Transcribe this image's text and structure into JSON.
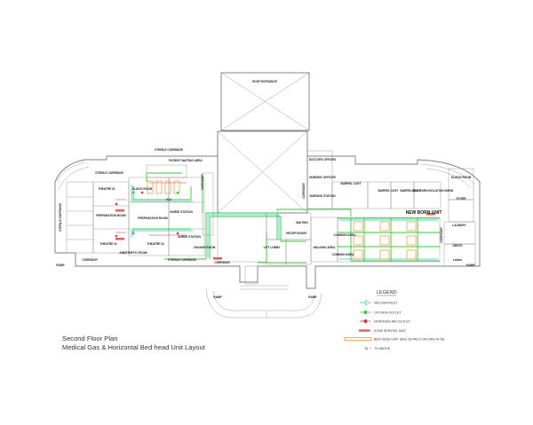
{
  "title": {
    "line1": "Second Floor Plan",
    "line2": "Medical Gas & Horizontal Bed head Unit Layout"
  },
  "legend": {
    "heading": "LEGEND",
    "items": [
      {
        "label": "VACUUM INLET",
        "color": "#20c0d8"
      },
      {
        "label": "OXYGEN OUTLET",
        "color": "#33cc33"
      },
      {
        "label": "NITROGEN AIR OUTLET",
        "color": "#e03030"
      },
      {
        "label": "ZONE SERVICE UNIT",
        "color": "#e06060"
      },
      {
        "label": "BED HEAD UNIT (SEE DETAILS ON DWG.M-18)",
        "color": "#f0a040"
      },
      {
        "label": "TO ABOVE",
        "symbol": "TA"
      }
    ]
  },
  "rooms": {
    "roof_entrance": "ROOF ENTRANCE",
    "new_born_unit": "NEW BORN UNIT",
    "sterile_corridor_tl": "STERILE CORRIDOR",
    "sterile_corridor_tc": "STERILE CORRIDOR",
    "patient_waiting": "PATIENT WAITING AREA",
    "sluice_room_l": "SLUICE ROOM",
    "icu": "ICU",
    "theatre_1": "THEATRE 01",
    "theatre_2": "THEATRE 02",
    "theatre_3": "THEATRE 03",
    "prep_room_1": "PREPARATION ROOM",
    "prep_room_2": "PREPARATION ROOM",
    "nurse_station_1": "NURSE STATION",
    "nurse_station_2": "NURSE STATION",
    "doctors_offices": "DOCTORS OFFICES",
    "nursing_officer": "NURSING OFFICER",
    "nursing_station": "NURSING STATION",
    "barrel_cost_1": "BARREL COST",
    "barrel_cost_2": "BARREL COST",
    "barrel_cost_3": "BARREL COST",
    "new_born_isolation": "NEW BORN ISOLATION WARD",
    "sluice_room_r": "SLUICE ROOM",
    "store": "STORE",
    "laundry": "LAUNDRY",
    "gents": "GENTS",
    "ladies": "Ladies",
    "waiting": "WAITING",
    "receptionist": "RECEPTIONIST",
    "common_area_l": "COMMON AREA",
    "common_area_r": "COMMON AREA",
    "walking_area": "WALKING AREA",
    "lift_lobby": "LIFT LOBBY",
    "sterile_corridor_left": "STERILE CORRIDOR",
    "corridor_bl": "CORRIDOR",
    "corridor_bc": "CORRIDOR",
    "sterile_corridor_bc": "STERILE CORRIDOR",
    "sterile_corridor_bottom": "STERILE CORRIDOR",
    "corridor_v1": "CORRIDOR",
    "corridor_v2": "CORRIDOR",
    "corridor_v3": "CORRIDOR",
    "ramp_l": "RAMP",
    "ramp_r": "RAMP",
    "ramp_bl": "RAMP",
    "ramp_br": "RAMP",
    "anaesthetic_room": "ANESTHETIC ROOM",
    "change_room": "CHANGE ROOM"
  }
}
